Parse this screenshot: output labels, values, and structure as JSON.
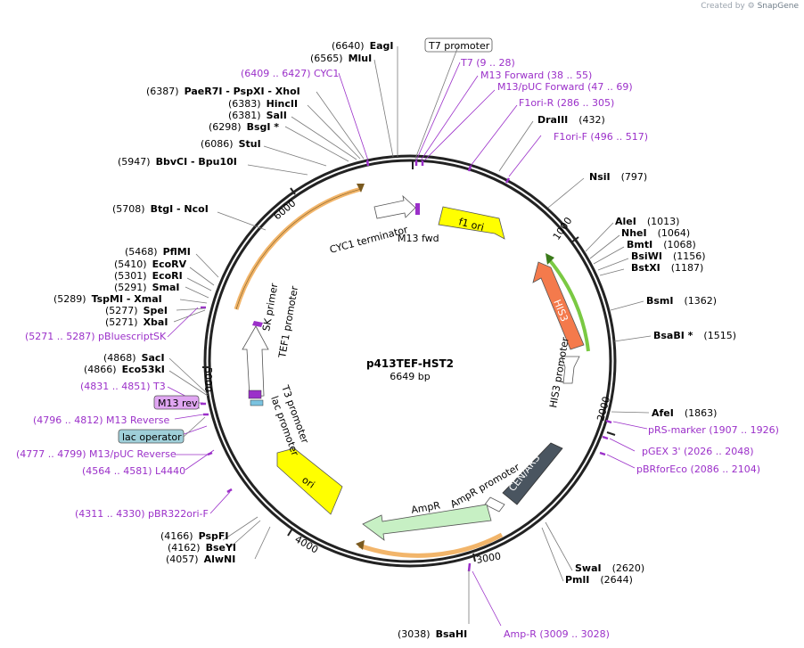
{
  "plasmid": {
    "name": "p413TEF-HST2",
    "size": "6649 bp"
  },
  "credit": {
    "prefix": "Created by",
    "brand": "SnapGene"
  },
  "ticks": [
    "1000",
    "2000",
    "3000",
    "4000",
    "5000",
    "6000"
  ],
  "sites_left": [
    {
      "pos": "(6640)",
      "name": "EagI"
    },
    {
      "pos": "(6565)",
      "name": "MluI"
    },
    {
      "pos": "(6387)",
      "name": "PaeR7I  - PspXI  - XhoI"
    },
    {
      "pos": "(6383)",
      "name": "HincII"
    },
    {
      "pos": "(6381)",
      "name": "SalI"
    },
    {
      "pos": "(6298)",
      "name": "BsgI *"
    },
    {
      "pos": "(6086)",
      "name": "StuI"
    },
    {
      "pos": "(5947)",
      "name": "BbvCI  - Bpu10I"
    },
    {
      "pos": "(5708)",
      "name": "BtgI  - NcoI"
    },
    {
      "pos": "(5468)",
      "name": "PflMI"
    },
    {
      "pos": "(5410)",
      "name": "EcoRV"
    },
    {
      "pos": "(5301)",
      "name": "EcoRI"
    },
    {
      "pos": "(5291)",
      "name": "SmaI"
    },
    {
      "pos": "(5289)",
      "name": "TspMI   - XmaI"
    },
    {
      "pos": "(5277)",
      "name": "SpeI"
    },
    {
      "pos": "(5271)",
      "name": "XbaI"
    },
    {
      "pos": "(4868)",
      "name": "SacI"
    },
    {
      "pos": "(4866)",
      "name": "Eco53kI"
    },
    {
      "pos": "(4166)",
      "name": "PspFI"
    },
    {
      "pos": "(4162)",
      "name": "BseYI"
    },
    {
      "pos": "(4057)",
      "name": "AlwNI"
    },
    {
      "pos": "(3038)",
      "name": "BsaHI"
    }
  ],
  "sites_right": [
    {
      "name": "DraIII",
      "pos": "(432)"
    },
    {
      "name": "NsiI",
      "pos": "(797)"
    },
    {
      "name": "AleI",
      "pos": "(1013)"
    },
    {
      "name": "NheI",
      "pos": "(1064)"
    },
    {
      "name": "BmtI",
      "pos": "(1068)"
    },
    {
      "name": "BsiWI",
      "pos": "(1156)"
    },
    {
      "name": "BstXI",
      "pos": "(1187)"
    },
    {
      "name": "BsmI",
      "pos": "(1362)"
    },
    {
      "name": "BsaBI *",
      "pos": "(1515)"
    },
    {
      "name": "AfeI",
      "pos": "(1863)"
    },
    {
      "name": "SwaI",
      "pos": "(2620)"
    },
    {
      "name": "PmlI",
      "pos": "(2644)"
    }
  ],
  "primers": [
    {
      "text": "(6409 .. 6427)  CYC1"
    },
    {
      "text": "T7    (9 .. 28)"
    },
    {
      "text": "M13 Forward    (38 .. 55)"
    },
    {
      "text": "M13/pUC Forward    (47 .. 69)"
    },
    {
      "text": "F1ori-R    (286 .. 305)"
    },
    {
      "text": "F1ori-F    (496 .. 517)"
    },
    {
      "text": "pRS-marker    (1907 .. 1926)"
    },
    {
      "text": "pGEX 3'    (2026 .. 2048)"
    },
    {
      "text": "pBRforEco    (2086 .. 2104)"
    },
    {
      "text": "Amp-R    (3009 .. 3028)"
    },
    {
      "text": "(5271 .. 5287)  pBluescriptSK"
    },
    {
      "text": "(4831 .. 4851)  T3"
    },
    {
      "text": "(4796 .. 4812)  M13 Reverse"
    },
    {
      "text": "(4777 .. 4799)  M13/pUC Reverse"
    },
    {
      "text": "(4564 .. 4581)  L4440"
    },
    {
      "text": "(4311 .. 4330)  pBR322ori-F"
    }
  ],
  "boxed": [
    {
      "text": "T7 promoter"
    },
    {
      "text": "M13 rev"
    },
    {
      "text": "lac operator"
    }
  ],
  "features": [
    {
      "text": "f1 ori"
    },
    {
      "text": "HIS3"
    },
    {
      "text": "HIS3 promoter"
    },
    {
      "text": "CEN/ARS"
    },
    {
      "text": "AmpR promoter"
    },
    {
      "text": "AmpR"
    },
    {
      "text": "ori"
    },
    {
      "text": "lac promoter"
    },
    {
      "text": "T3 promoter"
    },
    {
      "text": "TEF1 promoter"
    },
    {
      "text": "SK primer"
    },
    {
      "text": "CYC1 terminator"
    },
    {
      "text": "M13 fwd"
    }
  ],
  "colors": {
    "f1ori": "#ffff00",
    "his3": "#f47a4c",
    "cenars": "#4a5560",
    "ampr": "#c7f0c4",
    "ori": "#ffff00",
    "arc_orange": "#f2b56a",
    "arc_green": "#7ac943",
    "primer": "#9b30c9"
  }
}
